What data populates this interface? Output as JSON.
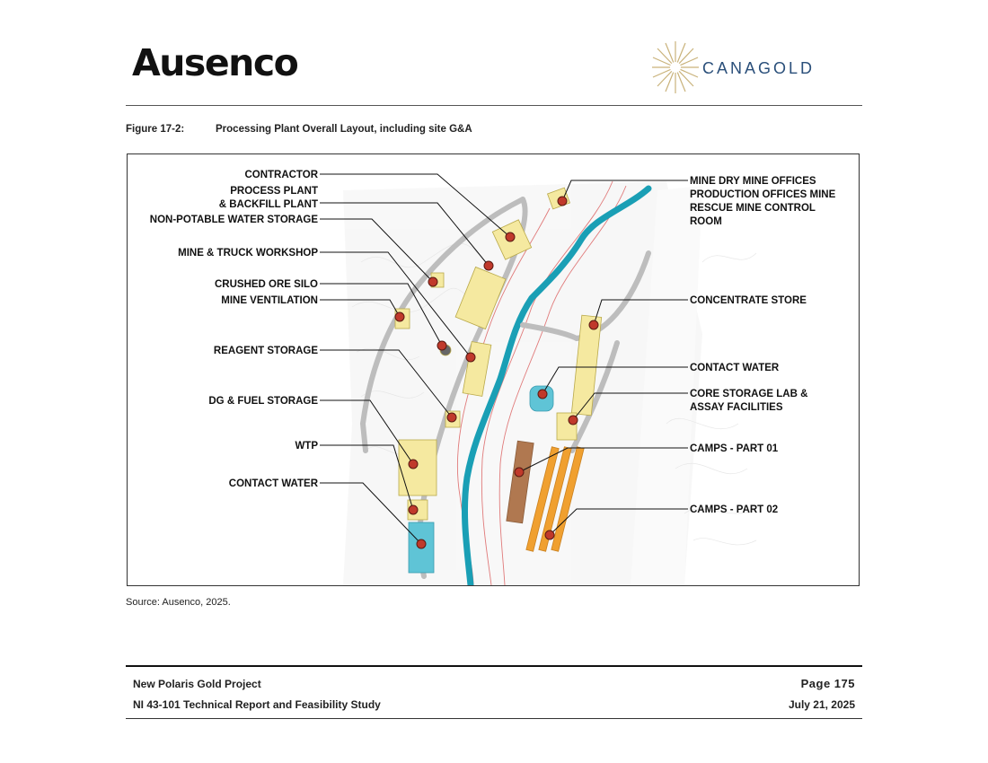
{
  "header": {
    "left_logo_text": "Ausenco",
    "right_logo_text": "CANAGOLD"
  },
  "figure": {
    "number": "Figure 17-2:",
    "title": "Processing Plant Overall Layout, including site G&A",
    "labels": {
      "contractor": "CONTRACTOR",
      "process_plant_1": "PROCESS PLANT",
      "process_plant_2": "& BACKFILL PLANT",
      "non_potable": "NON-POTABLE WATER STORAGE",
      "workshop": "MINE & TRUCK WORKSHOP",
      "crushed_ore": "CRUSHED ORE SILO",
      "ventilation": "MINE VENTILATION",
      "reagent": "REAGENT STORAGE",
      "dg_fuel": "DG & FUEL STORAGE",
      "wtp": "WTP",
      "contact_water_left": "CONTACT WATER",
      "mine_dry_1": "MINE DRY MINE OFFICES",
      "mine_dry_2": "PRODUCTION OFFICES MINE",
      "mine_dry_3": "RESCUE MINE CONTROL",
      "mine_dry_4": "ROOM",
      "concentrate": "CONCENTRATE STORE",
      "contact_water_right": "CONTACT WATER",
      "core_storage_1": "CORE STORAGE LAB &",
      "core_storage_2": "ASSAY FACILITIES",
      "camps_1": "CAMPS - PART 01",
      "camps_2": "CAMPS - PART 02"
    },
    "colors": {
      "marker": "#c0392b",
      "building_yellow": "#f5e9a0",
      "water_blue": "#5fc4d6",
      "river": "#1a9fb5",
      "camp_orange": "#f0a030",
      "camp_brown": "#b07850",
      "road": "#bdbdbd"
    }
  },
  "source": "Source: Ausenco, 2025.",
  "footer": {
    "project": "New Polaris Gold Project",
    "report": "NI 43-101 Technical Report and Feasibility Study",
    "page": "Page 175",
    "date": "July 21, 2025"
  }
}
